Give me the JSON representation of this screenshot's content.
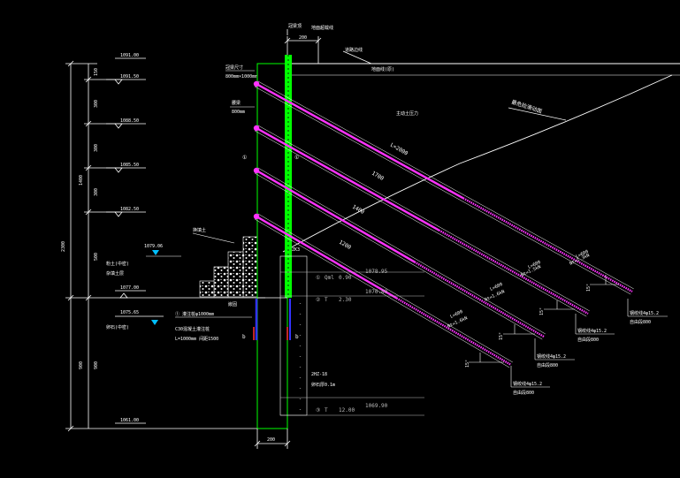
{
  "colors": {
    "background": "#000000",
    "line": "#ffffff",
    "pile": "#00ff00",
    "anchor": "#ff33ff",
    "water": "#00bfff",
    "boring": "#3333ff",
    "reinforcement": "#ff3333",
    "faint_text": "#bbbbbb"
  },
  "top_labels": {
    "pile_label": "冠梁顶",
    "pile_width_top": "200",
    "top_note": "地面超载线",
    "road_note": "道路边线",
    "ground_note": "地面线(原)",
    "slip_label": "最危险滑动面",
    "crest_label": "主动土压力"
  },
  "elevations": [
    "1091.00",
    "1091.50",
    "1088.50",
    "1085.50",
    "1082.50",
    "1077.00",
    "1075.65",
    "1061.00"
  ],
  "water_level": "1079.06",
  "dims_inner": [
    "150",
    "300",
    "300",
    "300",
    "500",
    "900",
    "900"
  ],
  "dims_outer": {
    "upper": "1400",
    "total": "2300"
  },
  "left_annots": {
    "beam_head": "冠梁尺寸",
    "beam_size": "800mm×1000mm",
    "tie": "腰梁",
    "tie_size": "800mm",
    "mark_a": "①",
    "fill_note": "换填土",
    "strata_1": "粉土(中密)",
    "strata_2": "杂填土层",
    "strata_3": "卵石(中密)",
    "wall_note": "嵌固",
    "pile_spec_1": "① 灌注桩φ1000mm",
    "pile_spec_2": "C30混凝土灌注桩",
    "pile_spec_3": "L=1000mm 间距1500",
    "mark_b": "b"
  },
  "anchor_labels": [
    "L=2000",
    "1700",
    "1400",
    "1200"
  ],
  "anchor_notes": [
    {
      "l": "L=600",
      "n": "Nt=1.3kN"
    },
    {
      "l": "L=600",
      "n": "Nt=1.5kN"
    },
    {
      "l": "L=600",
      "n": "Nt=1.6kN"
    },
    {
      "l": "L=600",
      "n": "Nt=1.6kN"
    }
  ],
  "angle_label": "15°",
  "anchor_specs": [
    {
      "a": "钢绞线4φ15.2",
      "b": "自由段800"
    },
    {
      "a": "钢绞线4φ15.2",
      "b": "自由段800"
    },
    {
      "a": "钢绞线4φ15.2",
      "b": "自由段800"
    },
    {
      "a": "钢绞线4φ15.2",
      "b": "自由段800"
    }
  ],
  "boring": {
    "header": "ZK3",
    "rows": [
      {
        "code": "①",
        "mark": "Qml",
        "depth": "0.90",
        "elev": "1078.95"
      },
      {
        "code": "②",
        "mark": "T",
        "depth": "2.30",
        "elev": "1076.80"
      },
      {
        "code": "③",
        "mark": "T",
        "depth": "12.00",
        "elev": "1069.90"
      }
    ],
    "side_note_1": "2HZ-18",
    "side_note_2": "卵石厚0.1m"
  },
  "pile_width_bottom": "200"
}
